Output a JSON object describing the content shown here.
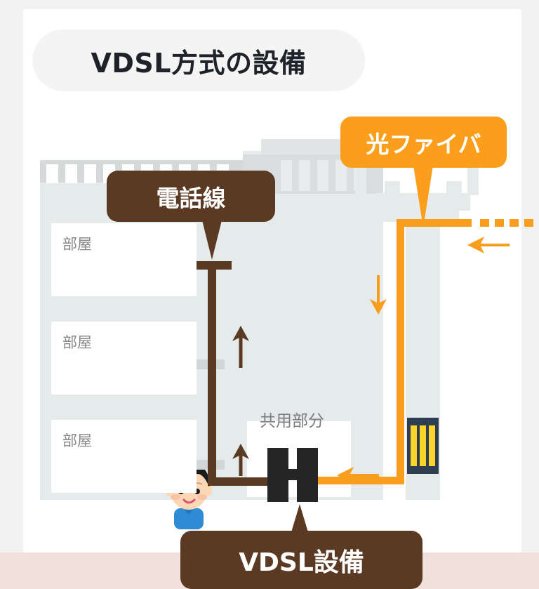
{
  "title": {
    "text": "VDSL方式の設備"
  },
  "labels": {
    "phone_line": "電話線",
    "fiber": "光ファイバ",
    "vdsl_equipment": "VDSL設備",
    "common_area": "共用部分"
  },
  "rooms": [
    {
      "label": "部屋",
      "has_person": true
    },
    {
      "label": "部屋",
      "has_person": false
    },
    {
      "label": "部屋",
      "has_person": false
    }
  ],
  "icons": {
    "person": "person-illustration",
    "vdsl_box": "vdsl-equipment-icon",
    "utility_pole": "utility-pole-icon",
    "pole_marker": "striped-pole-marker-icon",
    "arrow_up_riser": "arrow-up-icon",
    "arrow_up_lower": "arrow-up-icon",
    "arrow_down_fiber": "arrow-down-icon",
    "arrow_left_top": "arrow-left-icon",
    "arrow_left_bottom": "arrow-left-icon"
  },
  "colors": {
    "brown": "#5b3a23",
    "orange": "#fa9e1b",
    "building": "#e5eaea",
    "roof": "#d6d9d9",
    "room": "#ffffff",
    "pole_navy": "#2d3e52",
    "pole_yellow": "#fdd52a",
    "title_bg": "#f4f4f4",
    "page_bg": "#f1f1f1",
    "bottom_strip": "#f0e2da",
    "skin": "#fbd7b5",
    "hair": "#1b1b1b",
    "shirt": "#2e8bd4"
  }
}
